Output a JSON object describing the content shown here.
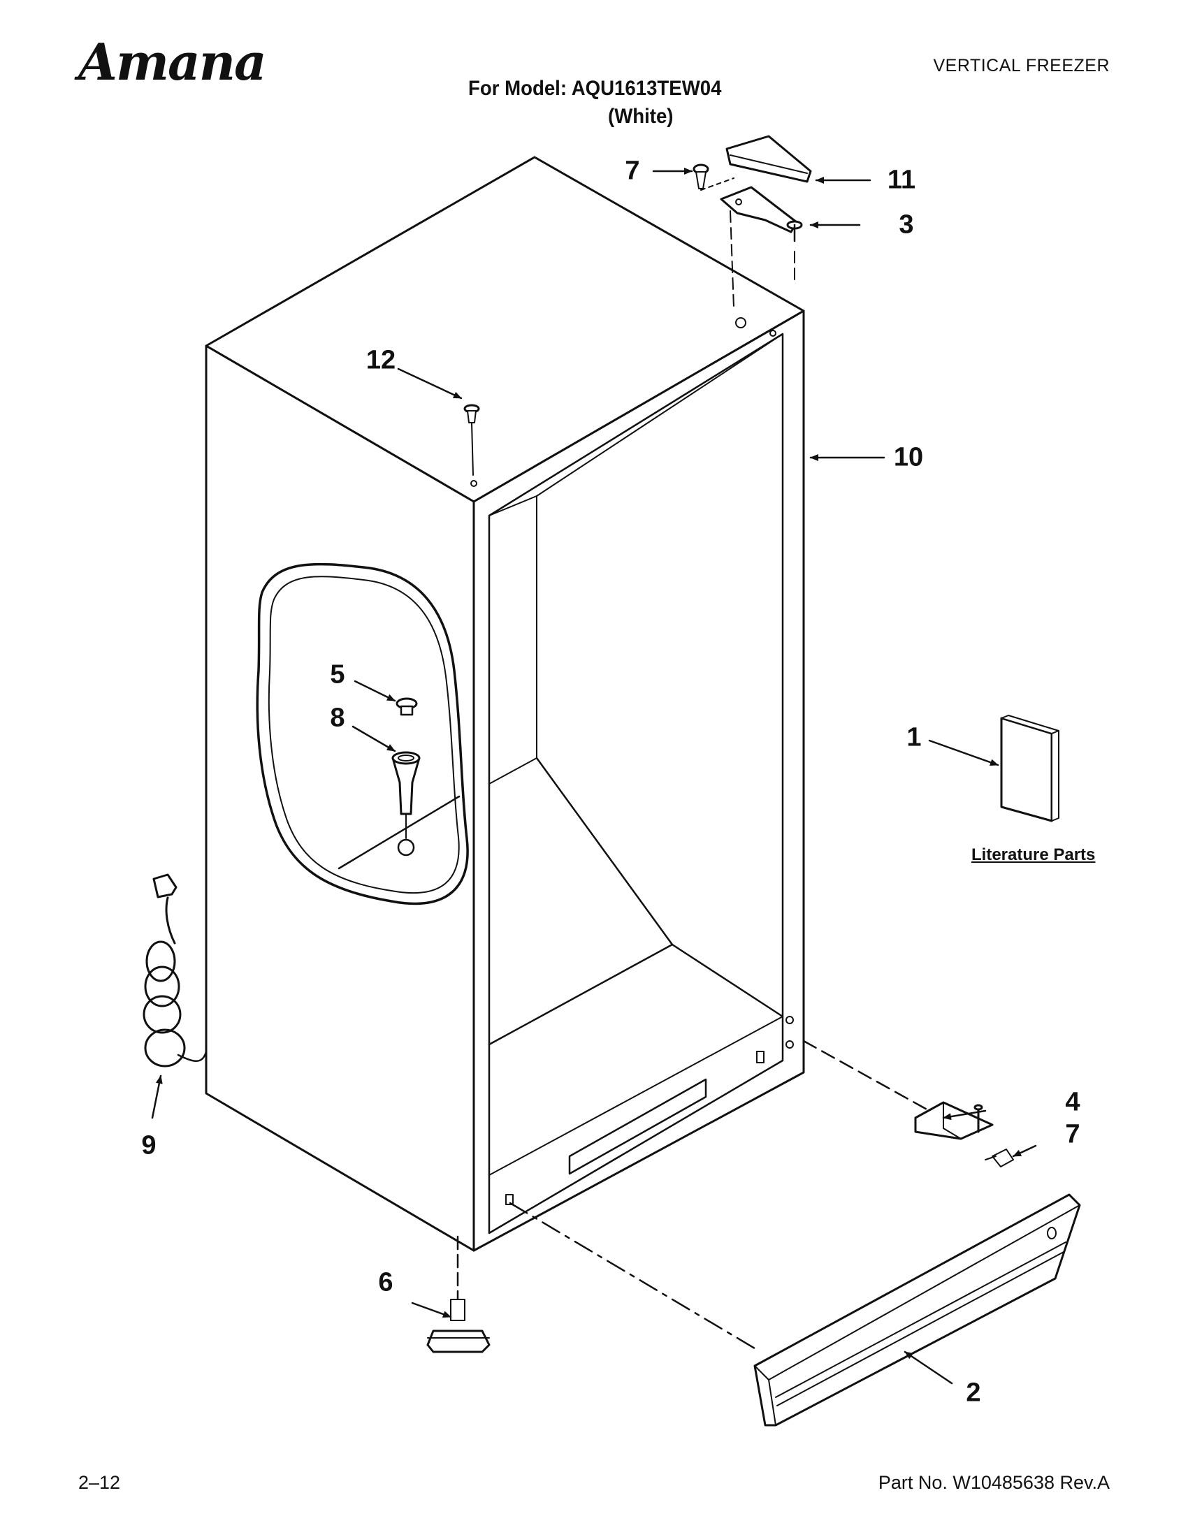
{
  "header": {
    "brand": "Amana",
    "category": "VERTICAL FREEZER",
    "model_line": "For Model: AQU1613TEW04",
    "color_line": "(White)"
  },
  "diagram": {
    "callouts": [
      "1",
      "2",
      "3",
      "4",
      "5",
      "6",
      "7",
      "7",
      "8",
      "9",
      "10",
      "11",
      "12"
    ],
    "literature_label": "Literature Parts"
  },
  "footer": {
    "page_number": "2–12",
    "part_number": "Part No. W10485638 Rev.A"
  }
}
